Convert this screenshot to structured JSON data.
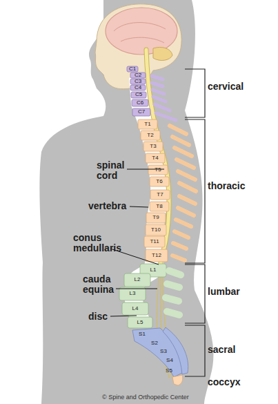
{
  "diagram": {
    "labels": [
      "C1",
      "C2",
      "C3",
      "C4",
      "C5",
      "C6",
      "C7",
      "T1",
      "T2",
      "T3",
      "T4",
      "T5",
      "T6",
      "T7",
      "T8",
      "T9",
      "T10",
      "T11",
      "T12",
      "L1",
      "L2",
      "L3",
      "L4",
      "L5",
      "S1",
      "S2",
      "S3",
      "S4",
      "S5",
      "spinal cord",
      "vertebra",
      "conus medullaris",
      "cauda equina",
      "disc",
      "cervical",
      "thoracic",
      "lumbar",
      "sacral",
      "coccyx",
      "© Spine and Orthopedic Center"
    ]
  }
}
